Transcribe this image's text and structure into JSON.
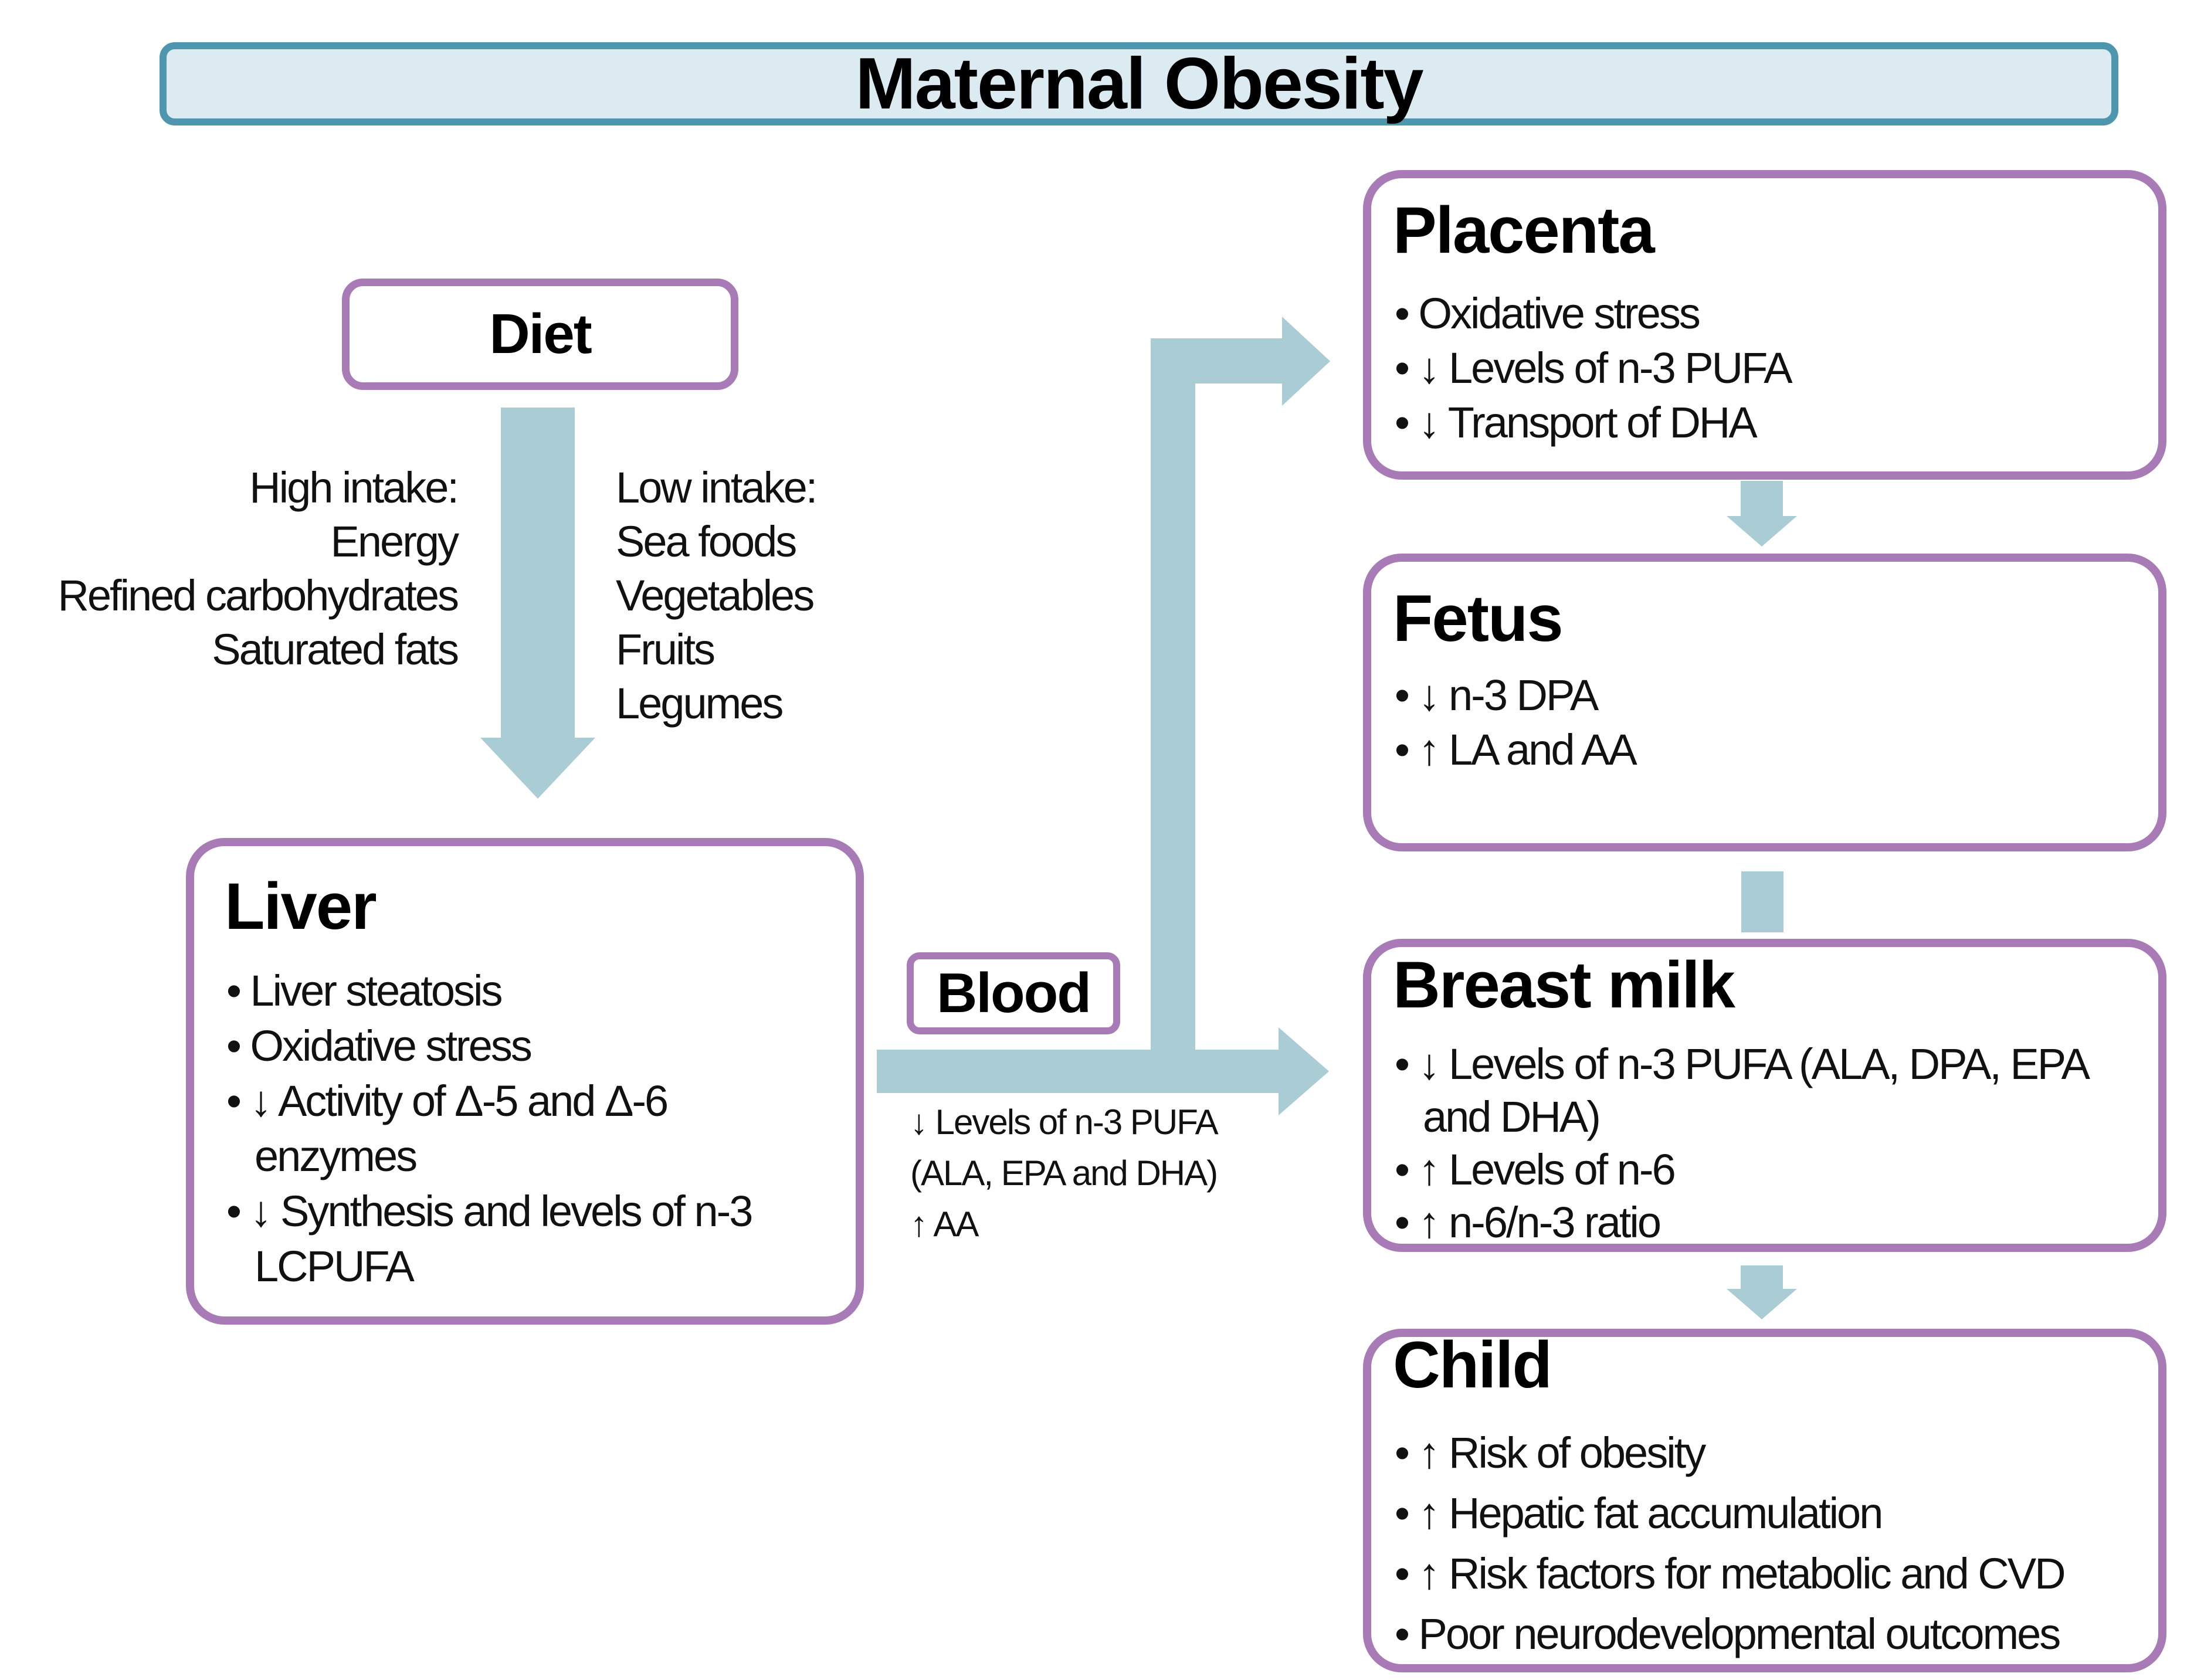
{
  "colors": {
    "title_fill": "#dceaf1",
    "title_border": "#4d96ae",
    "purple_border": "#a87ab6",
    "arrow_fill": "#aaccd4",
    "text": "#111111",
    "background": "#ffffff"
  },
  "title": "Maternal Obesity",
  "diet": {
    "label": "Diet"
  },
  "intake": {
    "high": {
      "lines": [
        "High intake:",
        "Energy",
        "Refined carbohydrates",
        "Saturated fats"
      ]
    },
    "low": {
      "lines": [
        "Low intake:",
        "Sea foods",
        "Vegetables",
        "Fruits",
        "Legumes"
      ]
    }
  },
  "liver": {
    "title": "Liver",
    "bullets": [
      "Liver steatosis",
      "Oxidative stress",
      "↓ Activity of Δ-5 and Δ-6\nenzymes",
      "↓ Synthesis and levels of n-3\nLCPUFA"
    ]
  },
  "blood": {
    "label": "Blood",
    "note_lines": [
      "↓ Levels of n-3 PUFA",
      "(ALA, EPA and DHA)",
      "↑ AA"
    ]
  },
  "placenta": {
    "title": "Placenta",
    "bullets": [
      "Oxidative stress",
      "↓ Levels of n-3 PUFA",
      "↓ Transport of DHA"
    ]
  },
  "fetus": {
    "title": "Fetus",
    "bullets": [
      "↓ n-3 DPA",
      "↑ LA and AA"
    ]
  },
  "breast_milk": {
    "title": "Breast milk",
    "bullets": [
      "↓ Levels of n-3 PUFA (ALA, DPA, EPA\nand DHA)",
      "↑ Levels of n-6",
      "↑ n-6/n-3 ratio"
    ]
  },
  "child": {
    "title": "Child",
    "bullets": [
      "↑ Risk of obesity",
      "↑ Hepatic fat accumulation",
      "↑ Risk factors for metabolic and CVD",
      "Poor neurodevelopmental outcomes"
    ]
  },
  "arrows": {
    "diet_to_liver": "down",
    "liver_to_breast_milk": "right",
    "blood_to_placenta": "up-then-right",
    "placenta_to_fetus": "down",
    "fetus_to_breast_milk": "connector",
    "breast_milk_to_child": "down"
  }
}
